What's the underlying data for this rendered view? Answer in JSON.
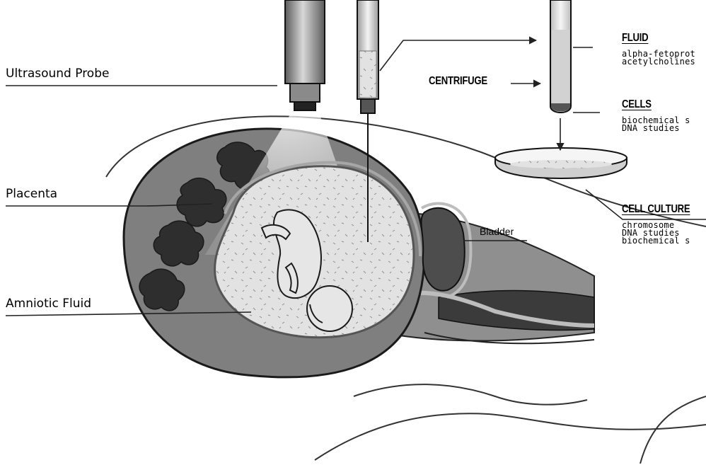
{
  "labels": {
    "ultrasound_probe": "Ultrasound Probe",
    "placenta": "Placenta",
    "amniotic_fluid": "Amniotic Fluid",
    "bladder": "Bladder",
    "centrifuge": "CENTRIFUGE",
    "fluid": "FLUID",
    "cells": "CELLS",
    "cell_culture": "CELL CULTURE"
  },
  "fluid_items": [
    "alpha-fetoprot",
    "acetylcholines"
  ],
  "cells_items": [
    "biochemical s",
    "DNA studies"
  ],
  "cell_culture_items": [
    "chromosome",
    "DNA studies",
    "biochemical s"
  ]
}
